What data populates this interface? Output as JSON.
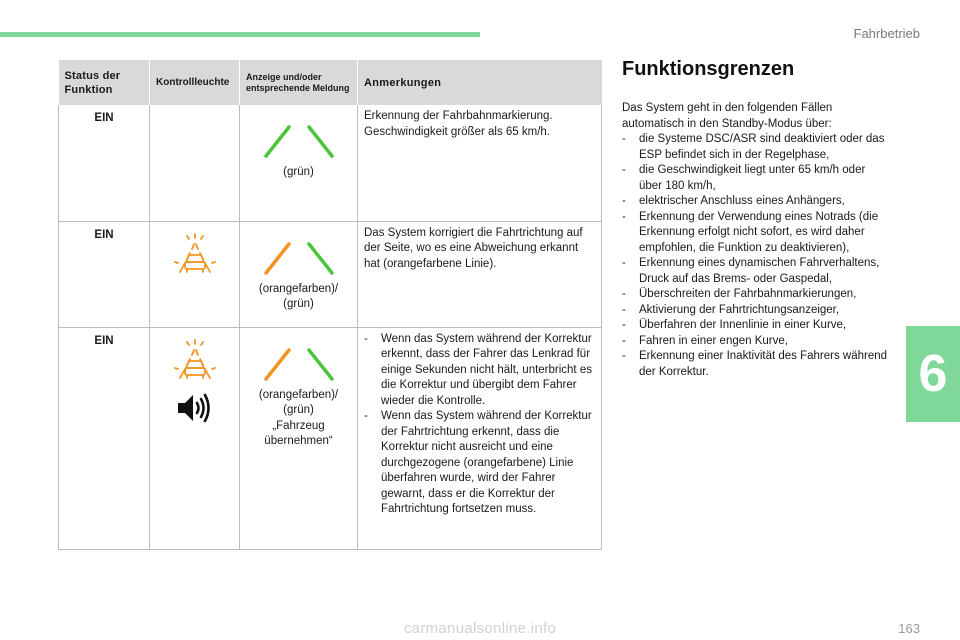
{
  "header": {
    "section": "Fahrbetrieb"
  },
  "chapter_number": "6",
  "page_number": "163",
  "watermark": "carmanualsonline.info",
  "colors": {
    "accent": "#7fd89a",
    "lane_green": "#4cc43c",
    "lane_orange": "#f39423",
    "warning_orange": "#f39423"
  },
  "table": {
    "headers": {
      "status": "Status der Funktion",
      "light": "Kontrollleuchte",
      "display": "Anzeige und/oder entsprechende Meldung",
      "remarks": "Anmerkungen"
    },
    "rows": [
      {
        "status": "EIN",
        "light_icons": [],
        "display_left": "green",
        "display_caption": [
          "(grün)"
        ],
        "remarks": [
          "Erkennung der Fahrbahnmarkierung.",
          "Geschwindigkeit größer als 65 km/h."
        ]
      },
      {
        "status": "EIN",
        "light_icons": [
          "lane-departure-warning-icon"
        ],
        "display_left": "orange",
        "display_caption": [
          "(orangefarben)/",
          "(grün)"
        ],
        "remarks": [
          "Das System korrigiert die Fahrtrichtung auf der Seite, wo es eine Abweichung erkannt hat (orangefarbene Linie)."
        ]
      },
      {
        "status": "EIN",
        "light_icons": [
          "lane-departure-warning-icon",
          "speaker-sound-icon"
        ],
        "display_left": "orange",
        "display_caption": [
          "(orangefarben)/",
          "(grün)",
          "„Fahrzeug",
          "übernehmen“"
        ],
        "remarks_list": [
          "Wenn das System während der Korrektur erkennt, dass der Fahrer das Lenkrad für einige Sekunden nicht hält, unterbricht es die Korrektur und übergibt dem Fahrer wieder die Kontrolle.",
          "Wenn das System während der Korrektur der Fahrtrichtung erkennt, dass die Korrektur nicht ausreicht und eine durchgezogene (orangefarbene) Linie überfahren wurde, wird der Fahrer gewarnt, dass er die Korrektur der Fahrtrichtung fortsetzen muss."
        ]
      }
    ]
  },
  "limits": {
    "title": "Funktionsgrenzen",
    "intro": "Das System geht in den folgenden Fällen automatisch in den Standby-Modus über:",
    "items": [
      "die Systeme DSC/ASR sind deaktiviert oder das ESP befindet sich in der Regelphase,",
      "die Geschwindigkeit liegt unter 65 km/h oder über 180 km/h,",
      "elektrischer Anschluss eines Anhängers,",
      "Erkennung der Verwendung eines Notrads (die Erkennung erfolgt nicht sofort, es wird daher empfohlen, die Funktion zu deaktivieren),",
      "Erkennung eines dynamischen Fahrverhaltens, Druck auf das Brems- oder Gaspedal,",
      "Überschreiten der Fahrbahnmarkierungen,",
      "Aktivierung der Fahrtrichtungsanzeiger,",
      "Überfahren der Innenlinie in einer Kurve,",
      "Fahren in einer engen Kurve,",
      "Erkennung einer Inaktivität des Fahrers während der Korrektur."
    ]
  }
}
